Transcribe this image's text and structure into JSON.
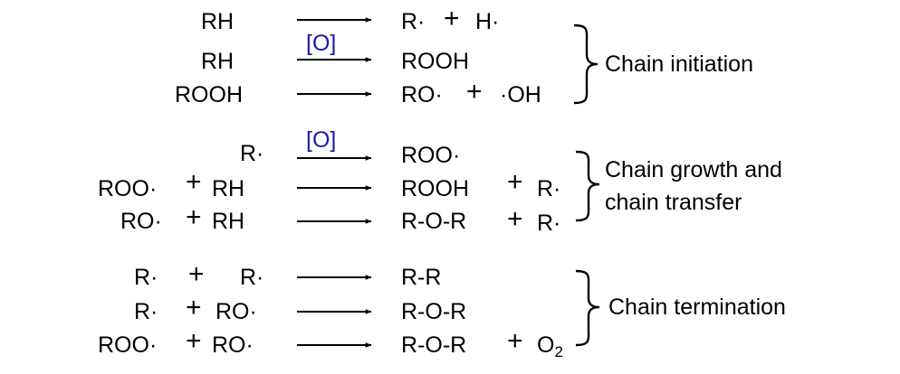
{
  "initiation": {
    "label": "Chain initiation",
    "r1": {
      "left": "RH",
      "prod_a": "R·",
      "plus": "+",
      "prod_b": "H·"
    },
    "r2": {
      "left": "RH",
      "cond": "[O]",
      "prod_a": "ROOH"
    },
    "r3": {
      "left": "ROOH",
      "prod_a": "RO·",
      "plus": "+",
      "prod_b": "·OH"
    }
  },
  "growth": {
    "label_line1": "Chain growth and",
    "label_line2": "chain transfer",
    "r1": {
      "left": "R·",
      "cond": "[O]",
      "prod_a": "ROO·"
    },
    "r2": {
      "left_a": "ROO·",
      "plus_l": "+",
      "left_b": "RH",
      "prod_a": "ROOH",
      "plus_r": "+",
      "prod_b": "R·"
    },
    "r3": {
      "left_a": "RO·",
      "plus_l": "+",
      "left_b": "RH",
      "prod_a": "R-O-R",
      "plus_r": "+",
      "prod_b": "R·"
    }
  },
  "termination": {
    "label": "Chain termination",
    "r1": {
      "left_a": "R·",
      "plus_l": "+",
      "left_b": "R·",
      "prod_a": "R-R"
    },
    "r2": {
      "left_a": "R·",
      "plus_l": "+",
      "left_b": "RO·",
      "prod_a": "R-O-R"
    },
    "r3": {
      "left_a": "ROO·",
      "plus_l": "+",
      "left_b": "RO·",
      "prod_a": "R-O-R",
      "plus_r": "+",
      "prod_b": "O",
      "prod_b_sub": "2"
    }
  },
  "colors": {
    "text": "#000000",
    "condition": "#1a1aa8"
  }
}
